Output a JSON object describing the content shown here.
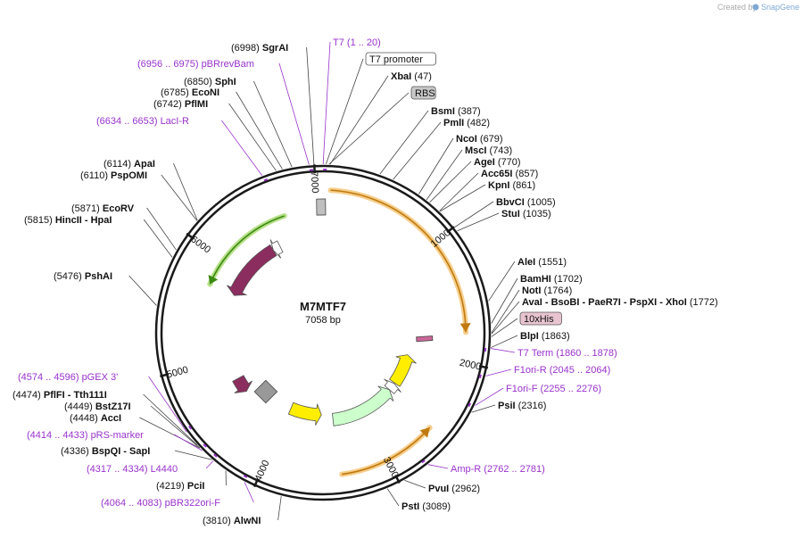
{
  "plasmid": {
    "name": "M7MTF7",
    "length_text": "7058 bp",
    "length": 7058
  },
  "credit": {
    "prefix": "Created by",
    "brand": "SnapGene"
  },
  "ticks": [
    "1000",
    "2000",
    "3000",
    "4000",
    "5000",
    "6000",
    "7000"
  ],
  "features": [
    {
      "name": "lacI",
      "type": "cds",
      "label": "lacI",
      "start": 5740,
      "end": 6450,
      "dir": "rev",
      "color": "#8b2d5e"
    },
    {
      "name": "lacI-promoter",
      "type": "promoter",
      "label": "lacI promoter",
      "start": 6450,
      "end": 6540,
      "dir": "rev",
      "color": "#ffffff"
    },
    {
      "name": "lac-operator",
      "type": "misc",
      "label": "lac operator",
      "start": 7030,
      "end": 7052,
      "dir": "none",
      "color": "#bfbfbf"
    },
    {
      "name": "t7-terminator",
      "type": "terminator",
      "label": "T7 terminator",
      "start": 1810,
      "end": 1860,
      "dir": "none",
      "color": "#cc6699"
    },
    {
      "name": "f1-ori",
      "type": "ori",
      "label": "f1 ori",
      "start": 2050,
      "end": 2450,
      "dir": "rev",
      "color": "#ffee00"
    },
    {
      "name": "ampr-promoter",
      "type": "promoter",
      "label": "AmpR promoter",
      "start": 2460,
      "end": 2560,
      "dir": "rev",
      "color": "#ffffff"
    },
    {
      "name": "ampr",
      "type": "cds",
      "label": "AmpR",
      "start": 2560,
      "end": 3400,
      "dir": "rev",
      "color": "#ccffcc"
    },
    {
      "name": "ori",
      "type": "ori",
      "label": "ori",
      "start": 3550,
      "end": 3980,
      "dir": "rev",
      "color": "#ffee00"
    },
    {
      "name": "bom",
      "type": "misc",
      "label": "bom",
      "start": 4310,
      "end": 4480,
      "dir": "none",
      "color": "#999999"
    },
    {
      "name": "rop",
      "type": "cds",
      "label": "rop",
      "start": 4560,
      "end": 4740,
      "dir": "rev",
      "color": "#8b2d5e"
    }
  ],
  "orfs": [
    {
      "name": "orf-forward",
      "start": 60,
      "end": 1760,
      "dir": "fwd"
    },
    {
      "name": "orf-ampr",
      "start": 2580,
      "end": 3380,
      "dir": "rev"
    },
    {
      "name": "orf-laci",
      "start": 5750,
      "end": 6700,
      "dir": "rev"
    }
  ],
  "sites": [
    {
      "name": "SgrAI",
      "pos": "(6998)",
      "side": "left"
    },
    {
      "name": "T7",
      "pos": "(1 .. 20)",
      "side": "right",
      "primer": true
    },
    {
      "name": "pBRrevBam",
      "pos": "(6956 .. 6975)",
      "side": "left",
      "primer": true
    },
    {
      "name": "T7 promoter",
      "pos": "",
      "side": "right",
      "box": "white"
    },
    {
      "name": "SphI",
      "pos": "(6850)",
      "side": "left"
    },
    {
      "name": "XbaI",
      "pos": "(47)",
      "side": "right"
    },
    {
      "name": "EcoNI",
      "pos": "(6785)",
      "side": "left"
    },
    {
      "name": "RBS",
      "pos": "",
      "side": "right",
      "box": "grey"
    },
    {
      "name": "PflMI",
      "pos": "(6742)",
      "side": "left"
    },
    {
      "name": "BsmI",
      "pos": "(387)",
      "side": "right"
    },
    {
      "name": "LacI-R",
      "pos": "(6634 .. 6653)",
      "side": "left",
      "primer": true
    },
    {
      "name": "PmlI",
      "pos": "(482)",
      "side": "right"
    },
    {
      "name": "NcoI",
      "pos": "(679)",
      "side": "right"
    },
    {
      "name": "MscI",
      "pos": "(743)",
      "side": "right"
    },
    {
      "name": "ApaI",
      "pos": "(6114)",
      "side": "left"
    },
    {
      "name": "AgeI",
      "pos": "(770)",
      "side": "right"
    },
    {
      "name": "PspOMI",
      "pos": "(6110)",
      "side": "left"
    },
    {
      "name": "Acc65I",
      "pos": "(857)",
      "side": "right"
    },
    {
      "name": "KpnI",
      "pos": "(861)",
      "side": "right"
    },
    {
      "name": "BbvCI",
      "pos": "(1005)",
      "side": "right"
    },
    {
      "name": "EcoRV",
      "pos": "(5871)",
      "side": "left"
    },
    {
      "name": "StuI",
      "pos": "(1035)",
      "side": "right"
    },
    {
      "name": "HincII - HpaI",
      "pos": "(5815)",
      "side": "left"
    },
    {
      "name": "AleI",
      "pos": "(1551)",
      "side": "right"
    },
    {
      "name": "PshAI",
      "pos": "(5476)",
      "side": "left"
    },
    {
      "name": "BamHI",
      "pos": "(1702)",
      "side": "right"
    },
    {
      "name": "NotI",
      "pos": "(1764)",
      "side": "right"
    },
    {
      "name": "AvaI - BsoBI - PaeR7I - PspXI - XhoI",
      "pos": "(1772)",
      "side": "right"
    },
    {
      "name": "10xHis",
      "pos": "",
      "side": "right",
      "box": "pink"
    },
    {
      "name": "BlpI",
      "pos": "(1863)",
      "side": "right"
    },
    {
      "name": "T7 Term",
      "pos": "(1860 .. 1878)",
      "side": "right",
      "primer": true
    },
    {
      "name": "F1ori-R",
      "pos": "(2045 .. 2064)",
      "side": "right",
      "primer": true
    },
    {
      "name": "pGEX 3'",
      "pos": "(4574 .. 4596)",
      "side": "left",
      "primer": true
    },
    {
      "name": "F1ori-F",
      "pos": "(2255 .. 2276)",
      "side": "right",
      "primer": true
    },
    {
      "name": "PflFI - Tth111I",
      "pos": "(4474)",
      "side": "left"
    },
    {
      "name": "PsiI",
      "pos": "(2316)",
      "side": "right"
    },
    {
      "name": "BstZ17I",
      "pos": "(4449)",
      "side": "left"
    },
    {
      "name": "AccI",
      "pos": "(4448)",
      "side": "left"
    },
    {
      "name": "pRS-marker",
      "pos": "(4414 .. 4433)",
      "side": "left",
      "primer": true
    },
    {
      "name": "Amp-R",
      "pos": "(2762 .. 2781)",
      "side": "right",
      "primer": true
    },
    {
      "name": "BspQI - SapI",
      "pos": "(4336)",
      "side": "left"
    },
    {
      "name": "L4440",
      "pos": "(4317 .. 4334)",
      "side": "left",
      "primer": true
    },
    {
      "name": "PvuI",
      "pos": "(2962)",
      "side": "right"
    },
    {
      "name": "PciI",
      "pos": "(4219)",
      "side": "left"
    },
    {
      "name": "PstI",
      "pos": "(3089)",
      "side": "right"
    },
    {
      "name": "pBR322ori-F",
      "pos": "(4064 .. 4083)",
      "side": "left",
      "primer": true
    },
    {
      "name": "AlwNI",
      "pos": "(3810)",
      "side": "left"
    }
  ]
}
